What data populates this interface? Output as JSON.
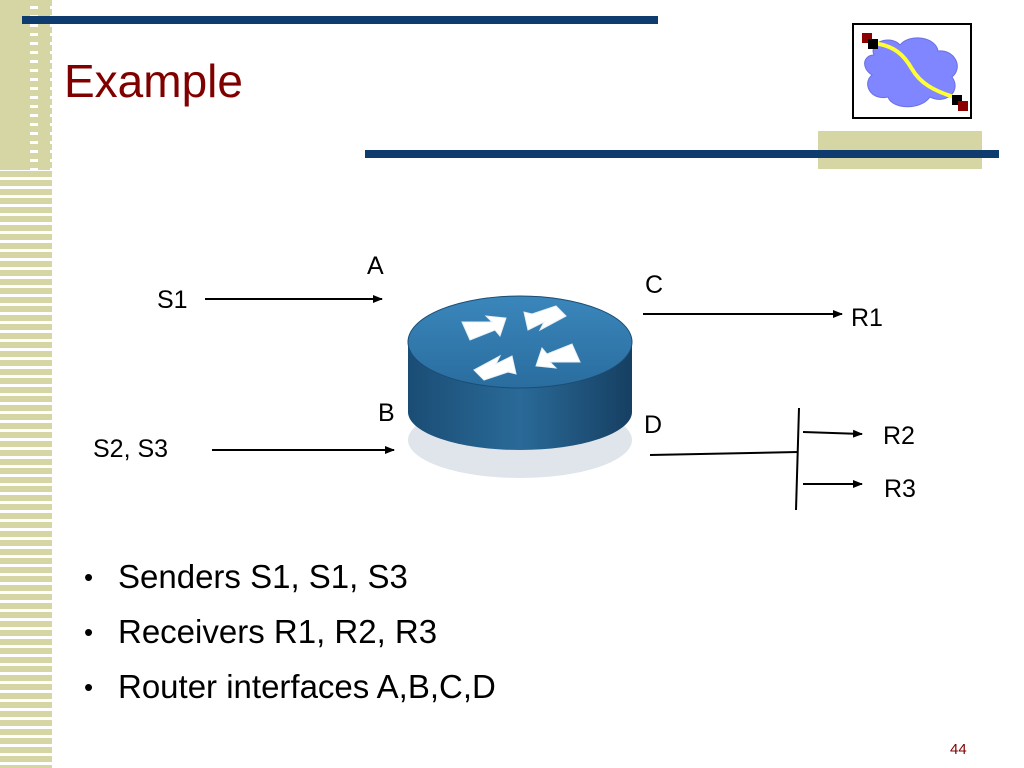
{
  "slide": {
    "title": "Example",
    "page_number": "44"
  },
  "diagram": {
    "interfaces": {
      "a": "A",
      "b": "B",
      "c": "C",
      "d": "D"
    },
    "senders": {
      "s1": "S1",
      "s23": "S2, S3"
    },
    "receivers": {
      "r1": "R1",
      "r2": "R2",
      "r3": "R3"
    }
  },
  "bullets": [
    "Senders S1, S1, S3",
    "Receivers R1, R2, R3",
    "Router interfaces A,B,C,D"
  ],
  "colors": {
    "title": "#800000",
    "rule": "#0e3c6e",
    "strip": "#d6d6a5",
    "router_top": "#2d74a6",
    "router_side": "#1e5680"
  }
}
